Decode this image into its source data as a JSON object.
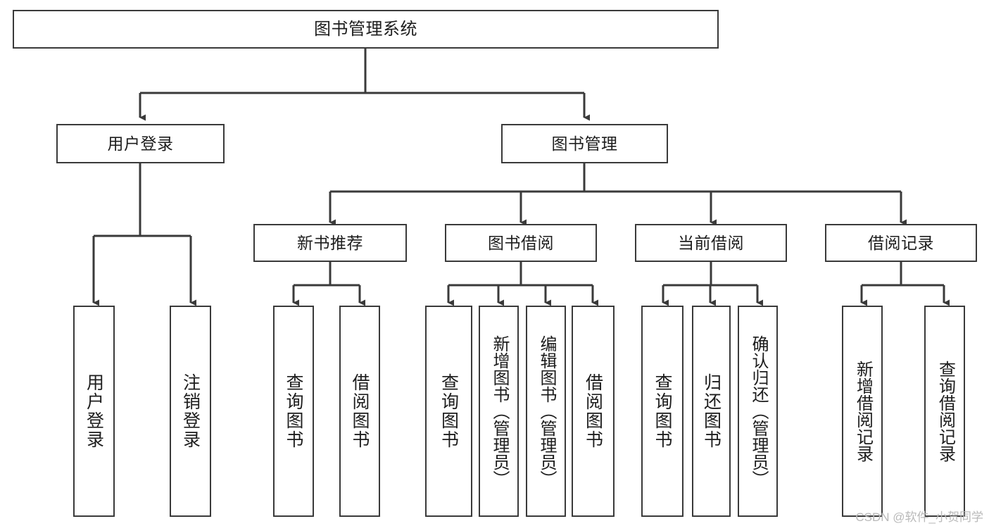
{
  "diagram": {
    "title": "图书管理系统",
    "type": "tree-hierarchy-chart",
    "watermark": "CSDN @软件_小贺同学",
    "colors": {
      "background": "#ffffff",
      "node_border": "#3a3a3a",
      "node_fill": "#ffffff",
      "edge": "#3a3a3a",
      "text": "#1d1d1d",
      "watermark": "#b9b9b9"
    },
    "root": {
      "label": "图书管理系统"
    },
    "level2": [
      {
        "label": "用户登录"
      },
      {
        "label": "图书管理"
      }
    ],
    "level3": [
      {
        "label": "新书推荐"
      },
      {
        "label": "图书借阅"
      },
      {
        "label": "当前借阅"
      },
      {
        "label": "借阅记录"
      }
    ],
    "leaves": {
      "user_login": [
        {
          "label": "用户登录"
        },
        {
          "label": "注销登录"
        }
      ],
      "new_book": [
        {
          "label": "查询图书"
        },
        {
          "label": "借阅图书"
        }
      ],
      "book_borrow": [
        {
          "label": "查询图书"
        },
        {
          "label": "新增图书（管理员）"
        },
        {
          "label": "编辑图书（管理员）"
        },
        {
          "label": "借阅图书"
        }
      ],
      "current_borrow": [
        {
          "label": "查询图书"
        },
        {
          "label": "归还图书"
        },
        {
          "label": "确认归还（管理员）"
        }
      ],
      "borrow_record": [
        {
          "label": "新增借阅记录"
        },
        {
          "label": "查询借阅记录"
        }
      ]
    }
  }
}
